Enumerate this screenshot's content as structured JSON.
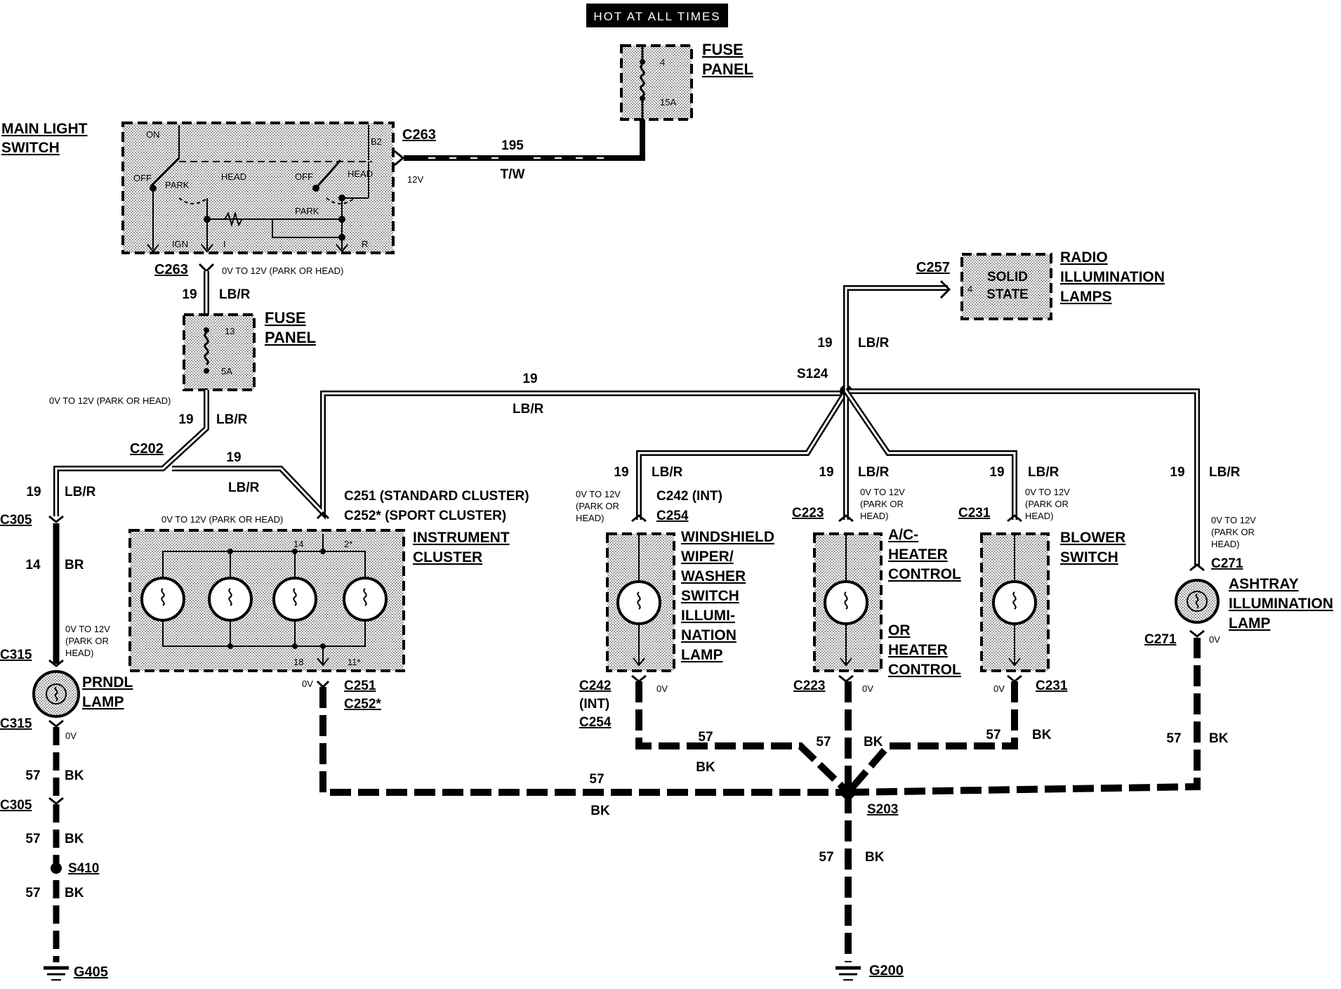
{
  "header": {
    "hot_at_all_times": "HOT AT ALL TIMES"
  },
  "components": {
    "fuse_panel_top": {
      "label_1": "FUSE",
      "label_2": "PANEL",
      "pin_top": "4",
      "rating": "15A"
    },
    "main_light_switch": {
      "label_1": "MAIN LIGHT",
      "label_2": "SWITCH",
      "on": "ON",
      "b2": "B2",
      "off1": "OFF",
      "park1": "PARK",
      "head1": "HEAD",
      "off2": "OFF",
      "head2": "HEAD",
      "park2": "PARK",
      "ign": "IGN",
      "i": "I",
      "r": "R"
    },
    "fuse_panel_mid": {
      "label_1": "FUSE",
      "label_2": "PANEL",
      "pin": "13",
      "rating": "5A"
    },
    "radio": {
      "label_1": "RADIO",
      "label_2": "ILLUMINATION",
      "label_3": "LAMPS",
      "inner_1": "SOLID",
      "inner_2": "STATE",
      "pin": "4"
    },
    "instrument_cluster": {
      "label_1": "INSTRUMENT",
      "label_2": "CLUSTER",
      "pin_14": "14",
      "pin_2": "2*",
      "pin_18": "18",
      "pin_11": "11*"
    },
    "windshield": {
      "lines": [
        "WINDSHIELD",
        "WIPER/",
        "WASHER",
        "SWITCH",
        "ILLUMI-",
        "NATION",
        "LAMP"
      ]
    },
    "ac_heater": {
      "lines": [
        "A/C-",
        "HEATER",
        "CONTROL"
      ],
      "or_lines": [
        "OR",
        "HEATER",
        "CONTROL"
      ]
    },
    "blower": {
      "label_1": "BLOWER",
      "label_2": "SWITCH"
    },
    "ashtray": {
      "label_1": "ASHTRAY",
      "label_2": "ILLUMINATION",
      "label_3": "LAMP"
    },
    "prndl": {
      "label_1": "PRNDL",
      "label_2": "LAMP"
    }
  },
  "connectors": {
    "c263": "C263",
    "c257": "C257",
    "c202": "C202",
    "c305": "C305",
    "c315": "C315",
    "c251_std": "C251 (STANDARD CLUSTER)",
    "c252_sport": "C252* (SPORT CLUSTER)",
    "c242_int": "C242  (INT)",
    "c254": "C254",
    "c223": "C223",
    "c231": "C231",
    "c271": "C271",
    "c251": "C251",
    "c252": "C252*",
    "c242": "C242",
    "int": "(INT)"
  },
  "splices": {
    "s124": "S124",
    "s203": "S203",
    "s410": "S410"
  },
  "grounds": {
    "g405": "G405",
    "g200": "G200"
  },
  "wires": {
    "w195": "195",
    "tw": "T/W",
    "v12": "12V",
    "w19": "19",
    "lbr": "LB/R",
    "w14": "14",
    "br": "BR",
    "w57": "57",
    "bk": "BK"
  },
  "voltages": {
    "park_head_inline": "0V TO 12V (PARK OR HEAD)",
    "v0_12": "0V TO 12V",
    "park_or": "(PARK OR",
    "head_close": "HEAD)",
    "v0": "0V"
  }
}
